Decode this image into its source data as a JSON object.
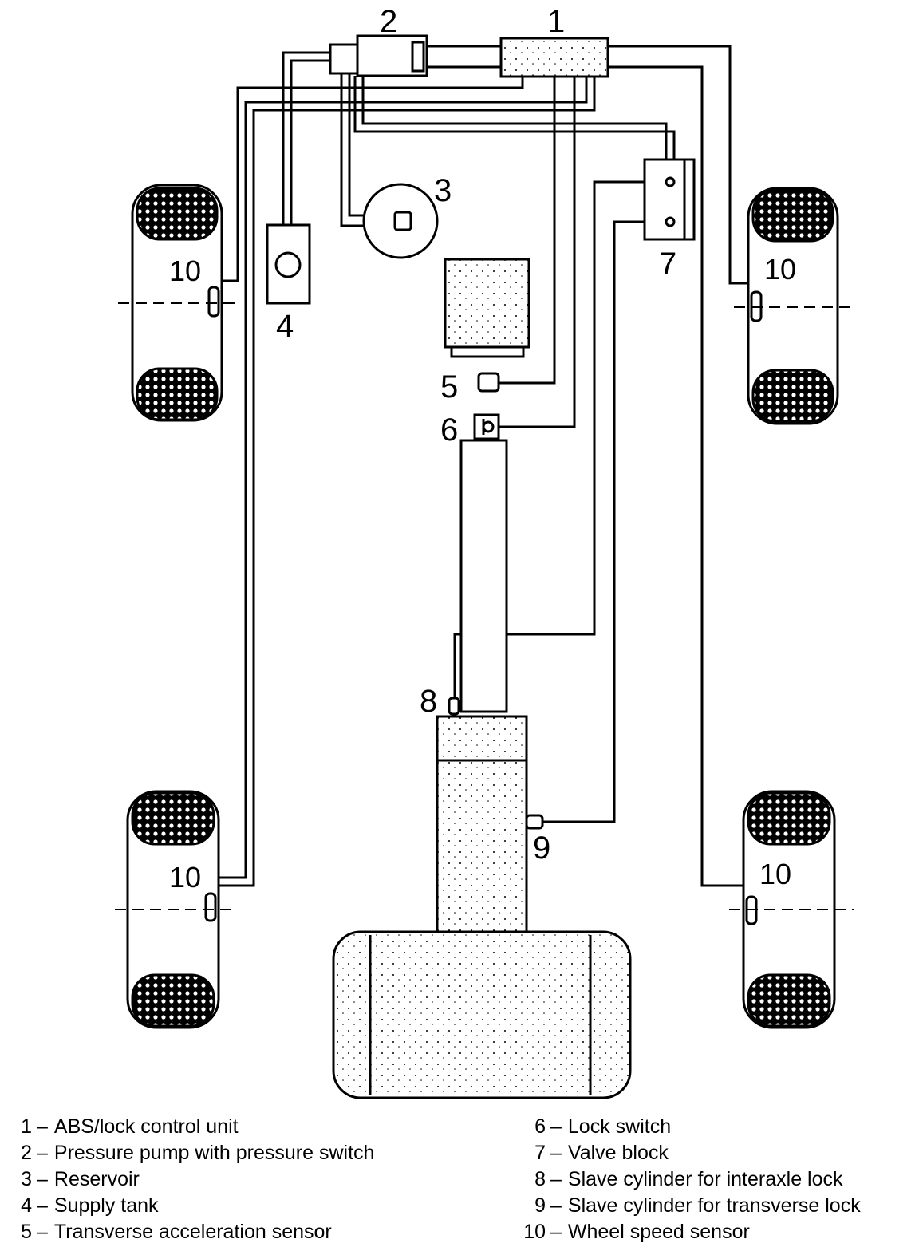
{
  "callouts": {
    "c1": "1",
    "c2": "2",
    "c3": "3",
    "c4": "4",
    "c5": "5",
    "c6": "6",
    "c7": "7",
    "c8": "8",
    "c9": "9",
    "w_fl": "10",
    "w_fr": "10",
    "w_rl": "10",
    "w_rr": "10"
  },
  "legend": {
    "left": [
      {
        "num": "1",
        "sep": "–",
        "text": "ABS/lock control unit"
      },
      {
        "num": "2",
        "sep": "–",
        "text": "Pressure pump with pressure switch"
      },
      {
        "num": "3",
        "sep": "–",
        "text": "Reservoir"
      },
      {
        "num": "4",
        "sep": "–",
        "text": "Supply tank"
      },
      {
        "num": "5",
        "sep": "–",
        "text": "Transverse acceleration sensor"
      }
    ],
    "right": [
      {
        "num": "6",
        "sep": "–",
        "text": "Lock switch"
      },
      {
        "num": "7",
        "sep": "–",
        "text": "Valve block"
      },
      {
        "num": "8",
        "sep": "–",
        "text": "Slave cylinder for interaxle lock"
      },
      {
        "num": "9",
        "sep": "–",
        "text": "Slave cylinder for transverse lock"
      },
      {
        "num": "10",
        "sep": "–",
        "text": "Wheel speed sensor"
      }
    ]
  }
}
